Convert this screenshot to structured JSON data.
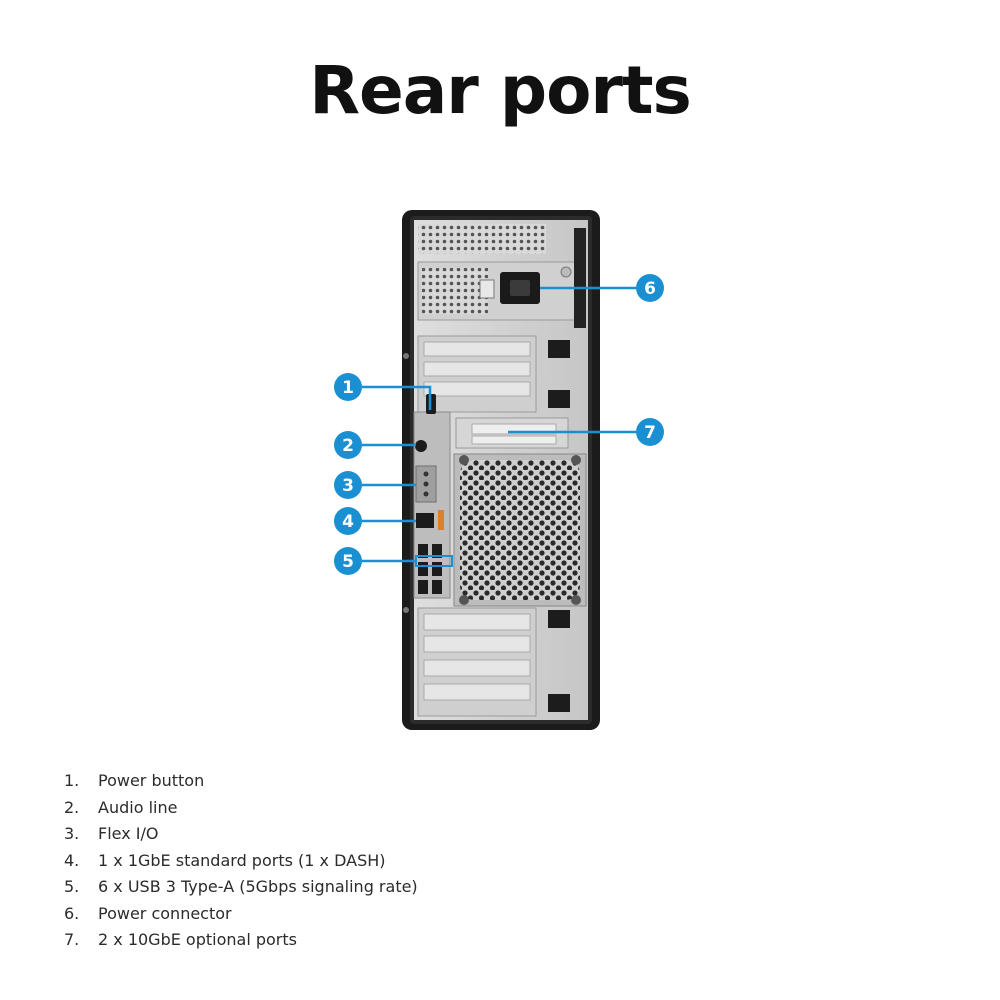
{
  "title": "Rear ports",
  "accent_color": "#1a8fd1",
  "callouts": [
    "1",
    "2",
    "3",
    "4",
    "5",
    "6",
    "7"
  ],
  "legend": [
    {
      "num": "1.",
      "text": "Power button"
    },
    {
      "num": "2.",
      "text": "Audio line"
    },
    {
      "num": "3.",
      "text": "Flex I/O"
    },
    {
      "num": "4.",
      "text": "1 x 1GbE standard ports (1 x DASH)"
    },
    {
      "num": "5.",
      "text": "6 x USB 3 Type-A (5Gbps signaling rate)"
    },
    {
      "num": "6.",
      "text": "Power connector"
    },
    {
      "num": "7.",
      "text": "2 x 10GbE optional ports"
    }
  ]
}
